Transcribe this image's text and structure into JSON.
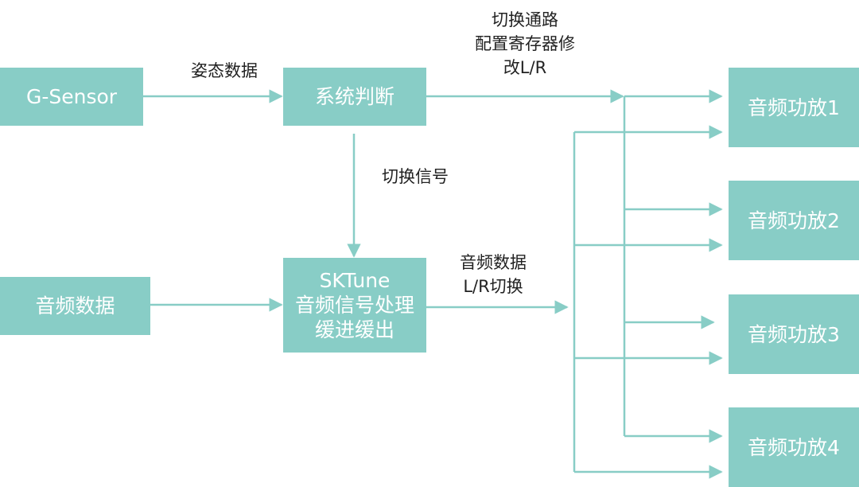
{
  "nodes": {
    "gsensor": "G-Sensor",
    "system": "系统判断",
    "audio_in": "音频数据",
    "sktune": [
      "SKTune",
      "音频信号处理",
      "缓进缓出"
    ],
    "amp1": "音频功放1",
    "amp2": "音频功放2",
    "amp3": "音频功放3",
    "amp4": "音频功放4"
  },
  "edge_labels": {
    "posture": "姿态数据",
    "switch_path": [
      "切换通路",
      "配置寄存器修",
      "改L/R"
    ],
    "switch_signal": "切换信号",
    "audio_lr": [
      "音频数据",
      "L/R切换"
    ]
  },
  "colors": {
    "box": "#88cdc6",
    "line": "#88cdc6",
    "text": "#222222"
  }
}
